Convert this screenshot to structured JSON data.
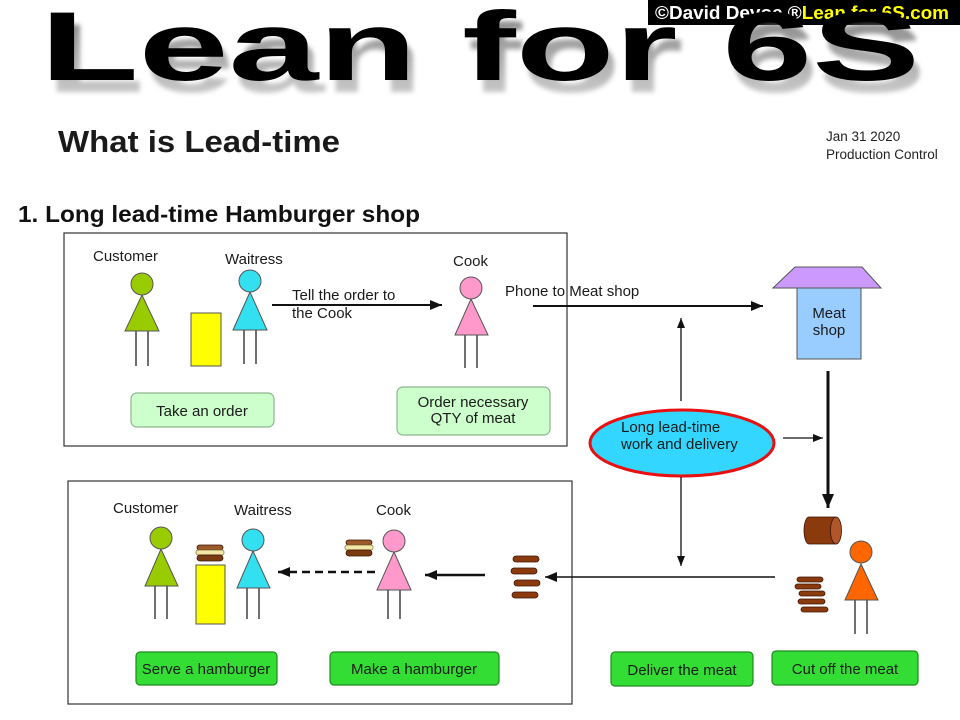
{
  "copyright": {
    "owner": "©David Devoe ®",
    "brand": "Lean for 6S.com"
  },
  "banner": {
    "title": "Lean for 6S"
  },
  "slide": {
    "title": "What is Lead-time",
    "date": "Jan 31 2020",
    "category": "Production Control",
    "section_heading": "1. Long lead-time Hamburger shop"
  },
  "diagram": {
    "order_scene": {
      "customer_label": "Customer",
      "waitress_label": "Waitress",
      "cook_label": "Cook",
      "handoff_label": [
        "Tell the order to",
        "the Cook"
      ],
      "step_take_order": "Take an order",
      "step_order_meat": [
        "Order necessary",
        "QTY of meat"
      ]
    },
    "phone_label": "Phone to Meat shop",
    "meat_shop_label": [
      "Meat",
      "shop"
    ],
    "callout": [
      "Long lead-time",
      "work and delivery"
    ],
    "serve_scene": {
      "customer_label": "Customer",
      "waitress_label": "Waitress",
      "cook_label": "Cook",
      "step_serve": "Serve a hamburger",
      "step_make": "Make a hamburger"
    },
    "step_deliver": "Deliver the meat",
    "step_cut": "Cut off the meat"
  },
  "colors": {
    "badge_background": "#000000",
    "badge_owner_text": "#ffffff",
    "badge_brand_text": "#ffff00",
    "customer": "#99cc00",
    "waitress": "#33e0f0",
    "cook": "#ff99cc",
    "meat_cutter": "#ff6600",
    "counter": "#ffff00",
    "meat_shop_roof": "#cc99ff",
    "meat_shop_wall": "#99ccff",
    "callout_fill": "#33d6ff",
    "callout_border": "#e81010",
    "step_light_green": "#ccffcc",
    "step_bright_green": "#33dd33",
    "meat": "#8b3a0e"
  },
  "icons": {
    "people": "person-icon",
    "counter": "counter-icon",
    "hamburger": "hamburger-icon",
    "meat_patties": "meat-patties-icon",
    "meat_log": "meat-log-icon",
    "meat_shop": "meat-shop-icon"
  }
}
